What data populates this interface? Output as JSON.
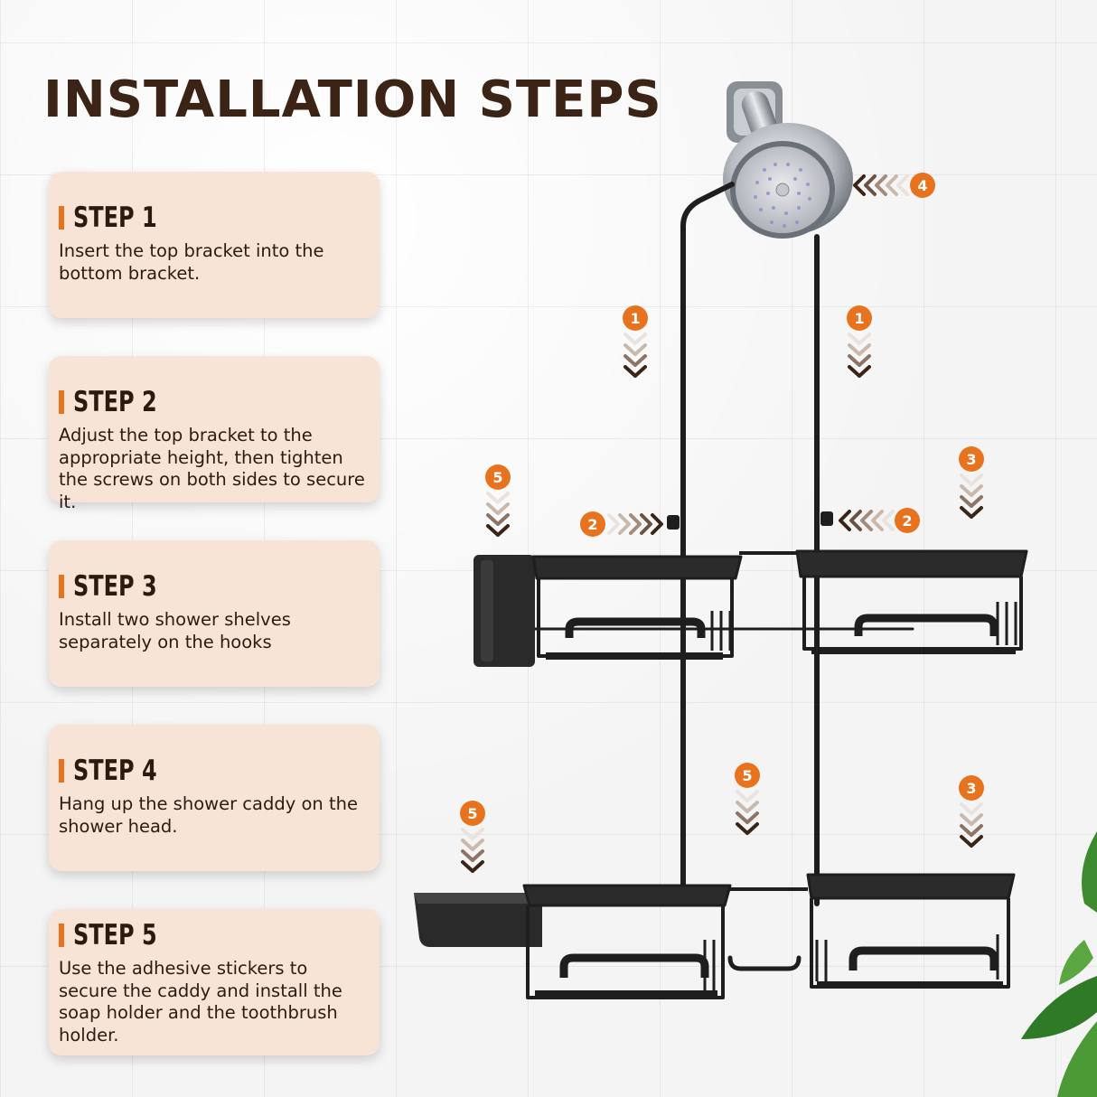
{
  "title": "INSTALLATION STEPS",
  "steps": [
    {
      "label": "STEP 1",
      "text": "Insert the top bracket into the bottom bracket."
    },
    {
      "label": "STEP 2",
      "text": "Adjust the top bracket to the appropriate height, then tighten the screws on both sides to secure it."
    },
    {
      "label": "STEP 3",
      "text": "Install two shower shelves separately on the hooks"
    },
    {
      "label": "STEP 4",
      "text": "Hang up the shower caddy on the shower head."
    },
    {
      "label": "STEP 5",
      "text": "Use the adhesive stickers to secure the caddy and install the soap holder and the toothbrush holder."
    }
  ],
  "markers": [
    "1",
    "1",
    "2",
    "2",
    "3",
    "3",
    "4",
    "5",
    "5",
    "5"
  ],
  "colors": {
    "accent": "#e8731e",
    "card": "#f8e4d7",
    "title": "#3b2415",
    "caddy": "#1e1e1e"
  }
}
